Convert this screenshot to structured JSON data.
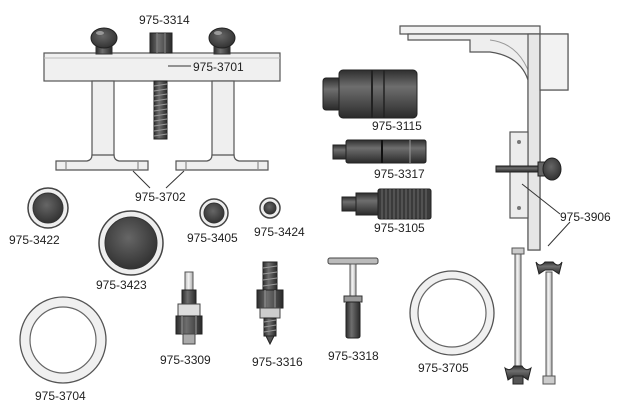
{
  "parts": [
    {
      "id": "p3314",
      "part_number": "975-3314"
    },
    {
      "id": "p3701",
      "part_number": "975-3701"
    },
    {
      "id": "p3702",
      "part_number": "975-3702"
    },
    {
      "id": "p3115",
      "part_number": "975-3115"
    },
    {
      "id": "p3317",
      "part_number": "975-3317"
    },
    {
      "id": "p3105",
      "part_number": "975-3105"
    },
    {
      "id": "p3906",
      "part_number": "975-3906"
    },
    {
      "id": "p3422",
      "part_number": "975-3422"
    },
    {
      "id": "p3405",
      "part_number": "975-3405"
    },
    {
      "id": "p3424",
      "part_number": "975-3424"
    },
    {
      "id": "p3423",
      "part_number": "975-3423"
    },
    {
      "id": "p3309",
      "part_number": "975-3309"
    },
    {
      "id": "p3316",
      "part_number": "975-3316"
    },
    {
      "id": "p3318",
      "part_number": "975-3318"
    },
    {
      "id": "p3705",
      "part_number": "975-3705"
    },
    {
      "id": "p3704",
      "part_number": "975-3704"
    }
  ],
  "colors": {
    "outline": "#555555",
    "metal_light": "#eeeeee",
    "metal_dark": "#4d4d4d",
    "label_text": "#222222"
  }
}
